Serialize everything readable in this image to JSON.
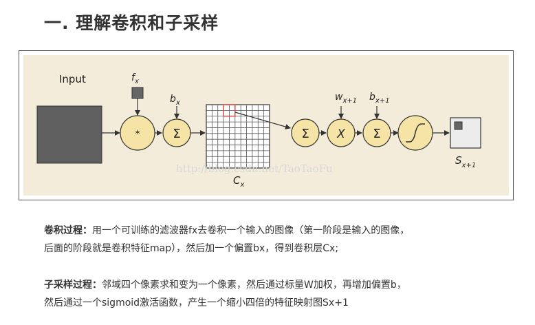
{
  "heading": "一. 理解卷积和子采样",
  "figure": {
    "input_label": "Input",
    "fx": {
      "base": "f",
      "sub": "x"
    },
    "bx": {
      "base": "b",
      "sub": "x"
    },
    "cx": {
      "base": "C",
      "sub": "x"
    },
    "wx1": {
      "base": "w",
      "sub": "x+1"
    },
    "bx1": {
      "base": "b",
      "sub": "x+1"
    },
    "sx1": {
      "base": "S",
      "sub": "x+1"
    },
    "conv_symbol": "*",
    "sum_symbol": "Σ",
    "mult_symbol": "X",
    "watermark": "http://blog.csdn.net/TaoTaoFu",
    "colors": {
      "panel_bg": "#f4ecdb",
      "node_fill": "#f6e4a6",
      "dark_square": "#5f5f5f",
      "highlight": "#e04040"
    }
  },
  "paragraphs": [
    {
      "term": "卷积过程：",
      "line1": "用一个可训练的滤波器fx去卷积一个输入的图像（第一阶段是输入的图像，",
      "line2": "后面的阶段就是卷积特征map），然后加一个偏置bx，得到卷积层Cx;"
    },
    {
      "term": "子采样过程：",
      "line1": "邻域四个像素求和变为一个像素，然后通过标量W加权，再增加偏置b，",
      "line2": "然后通过一个sigmoid激活函数，产生一个缩小四倍的特征映射图Sx+1"
    }
  ]
}
